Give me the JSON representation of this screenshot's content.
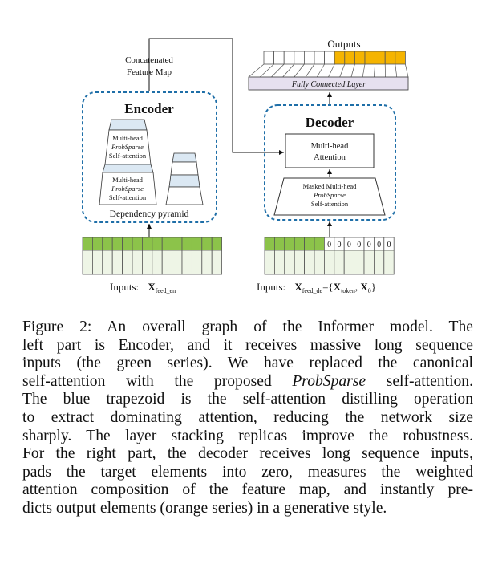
{
  "figure": {
    "outputs_label": "Outputs",
    "fc_layer_label": "Fully Connected Layer",
    "concat_label_line1": "Concatenated",
    "concat_label_line2": "Feature Map",
    "encoder": {
      "title": "Encoder",
      "block1": [
        "Multi-head",
        "ProbSparse",
        "Self-attention"
      ],
      "block2": [
        "Multi-head",
        "ProbSparse",
        "Self-attention"
      ],
      "pyramid_label": "Dependency pyramid",
      "inputs_prefix": "Inputs:",
      "inputs_symbol": "X",
      "inputs_subscript": "feed_en"
    },
    "decoder": {
      "title": "Decoder",
      "attention_line1": "Multi-head",
      "attention_line2": "Attention",
      "masked_lines": [
        "Masked Multi-head",
        "ProbSparse",
        "Self-attention"
      ],
      "zeros": [
        "0",
        "0",
        "0",
        "0",
        "0",
        "0",
        "0"
      ],
      "inputs_prefix": "Inputs:",
      "inputs_symbol": "X",
      "inputs_subscript": "feed_de",
      "inputs_eq": "={",
      "inputs_tok_symbol": "X",
      "inputs_tok_subscript": "token",
      "inputs_sep": ", ",
      "inputs_zero_symbol": "X",
      "inputs_zero_subscript": "0",
      "inputs_close": "}"
    },
    "colors": {
      "green": "#8cc34a",
      "light_green": "#eef5e6",
      "orange": "#f5b400",
      "blue_dashed": "#1f6fa8",
      "pale_blue": "#dbe8f3",
      "fc_purple": "#e6e0ef"
    }
  },
  "caption": {
    "lines": [
      "Figure 2: An overall graph of the Informer model. The",
      "left part is Encoder, and it receives massive long sequence",
      "inputs (the green series). We have replaced the canonical",
      "self-attention with the proposed ",
      "The blue trapezoid is the self-attention distilling operation",
      "to extract dominating attention, reducing the network size",
      "sharply. The layer stacking replicas improve the robustness.",
      "For the right part, the decoder receives long sequence inputs,",
      "pads the target elements into zero, measures the weighted",
      "attention composition of the feature map, and instantly pre-",
      "dicts output elements (orange series) in a generative style."
    ],
    "line4_italic": "ProbSparse",
    "line4_tail": " self-attention."
  }
}
